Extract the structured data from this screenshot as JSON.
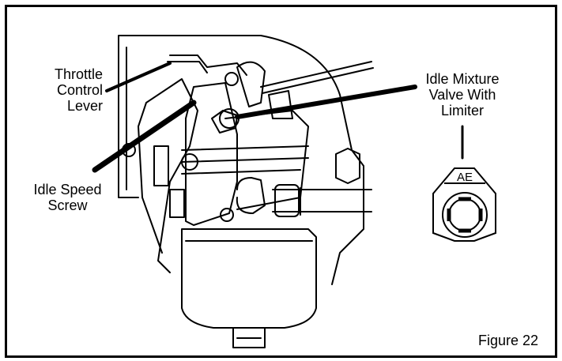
{
  "labels": {
    "throttle_control_lever": [
      "Throttle",
      "Control",
      "Lever"
    ],
    "idle_speed_screw": [
      "Idle Speed",
      "Screw"
    ],
    "idle_mixture_valve": [
      "Idle Mixture",
      "Valve With",
      "Limiter"
    ],
    "limiter_marking": "AE",
    "figure_caption": "Figure 22"
  },
  "colors": {
    "line": "#000000",
    "background": "#ffffff"
  }
}
